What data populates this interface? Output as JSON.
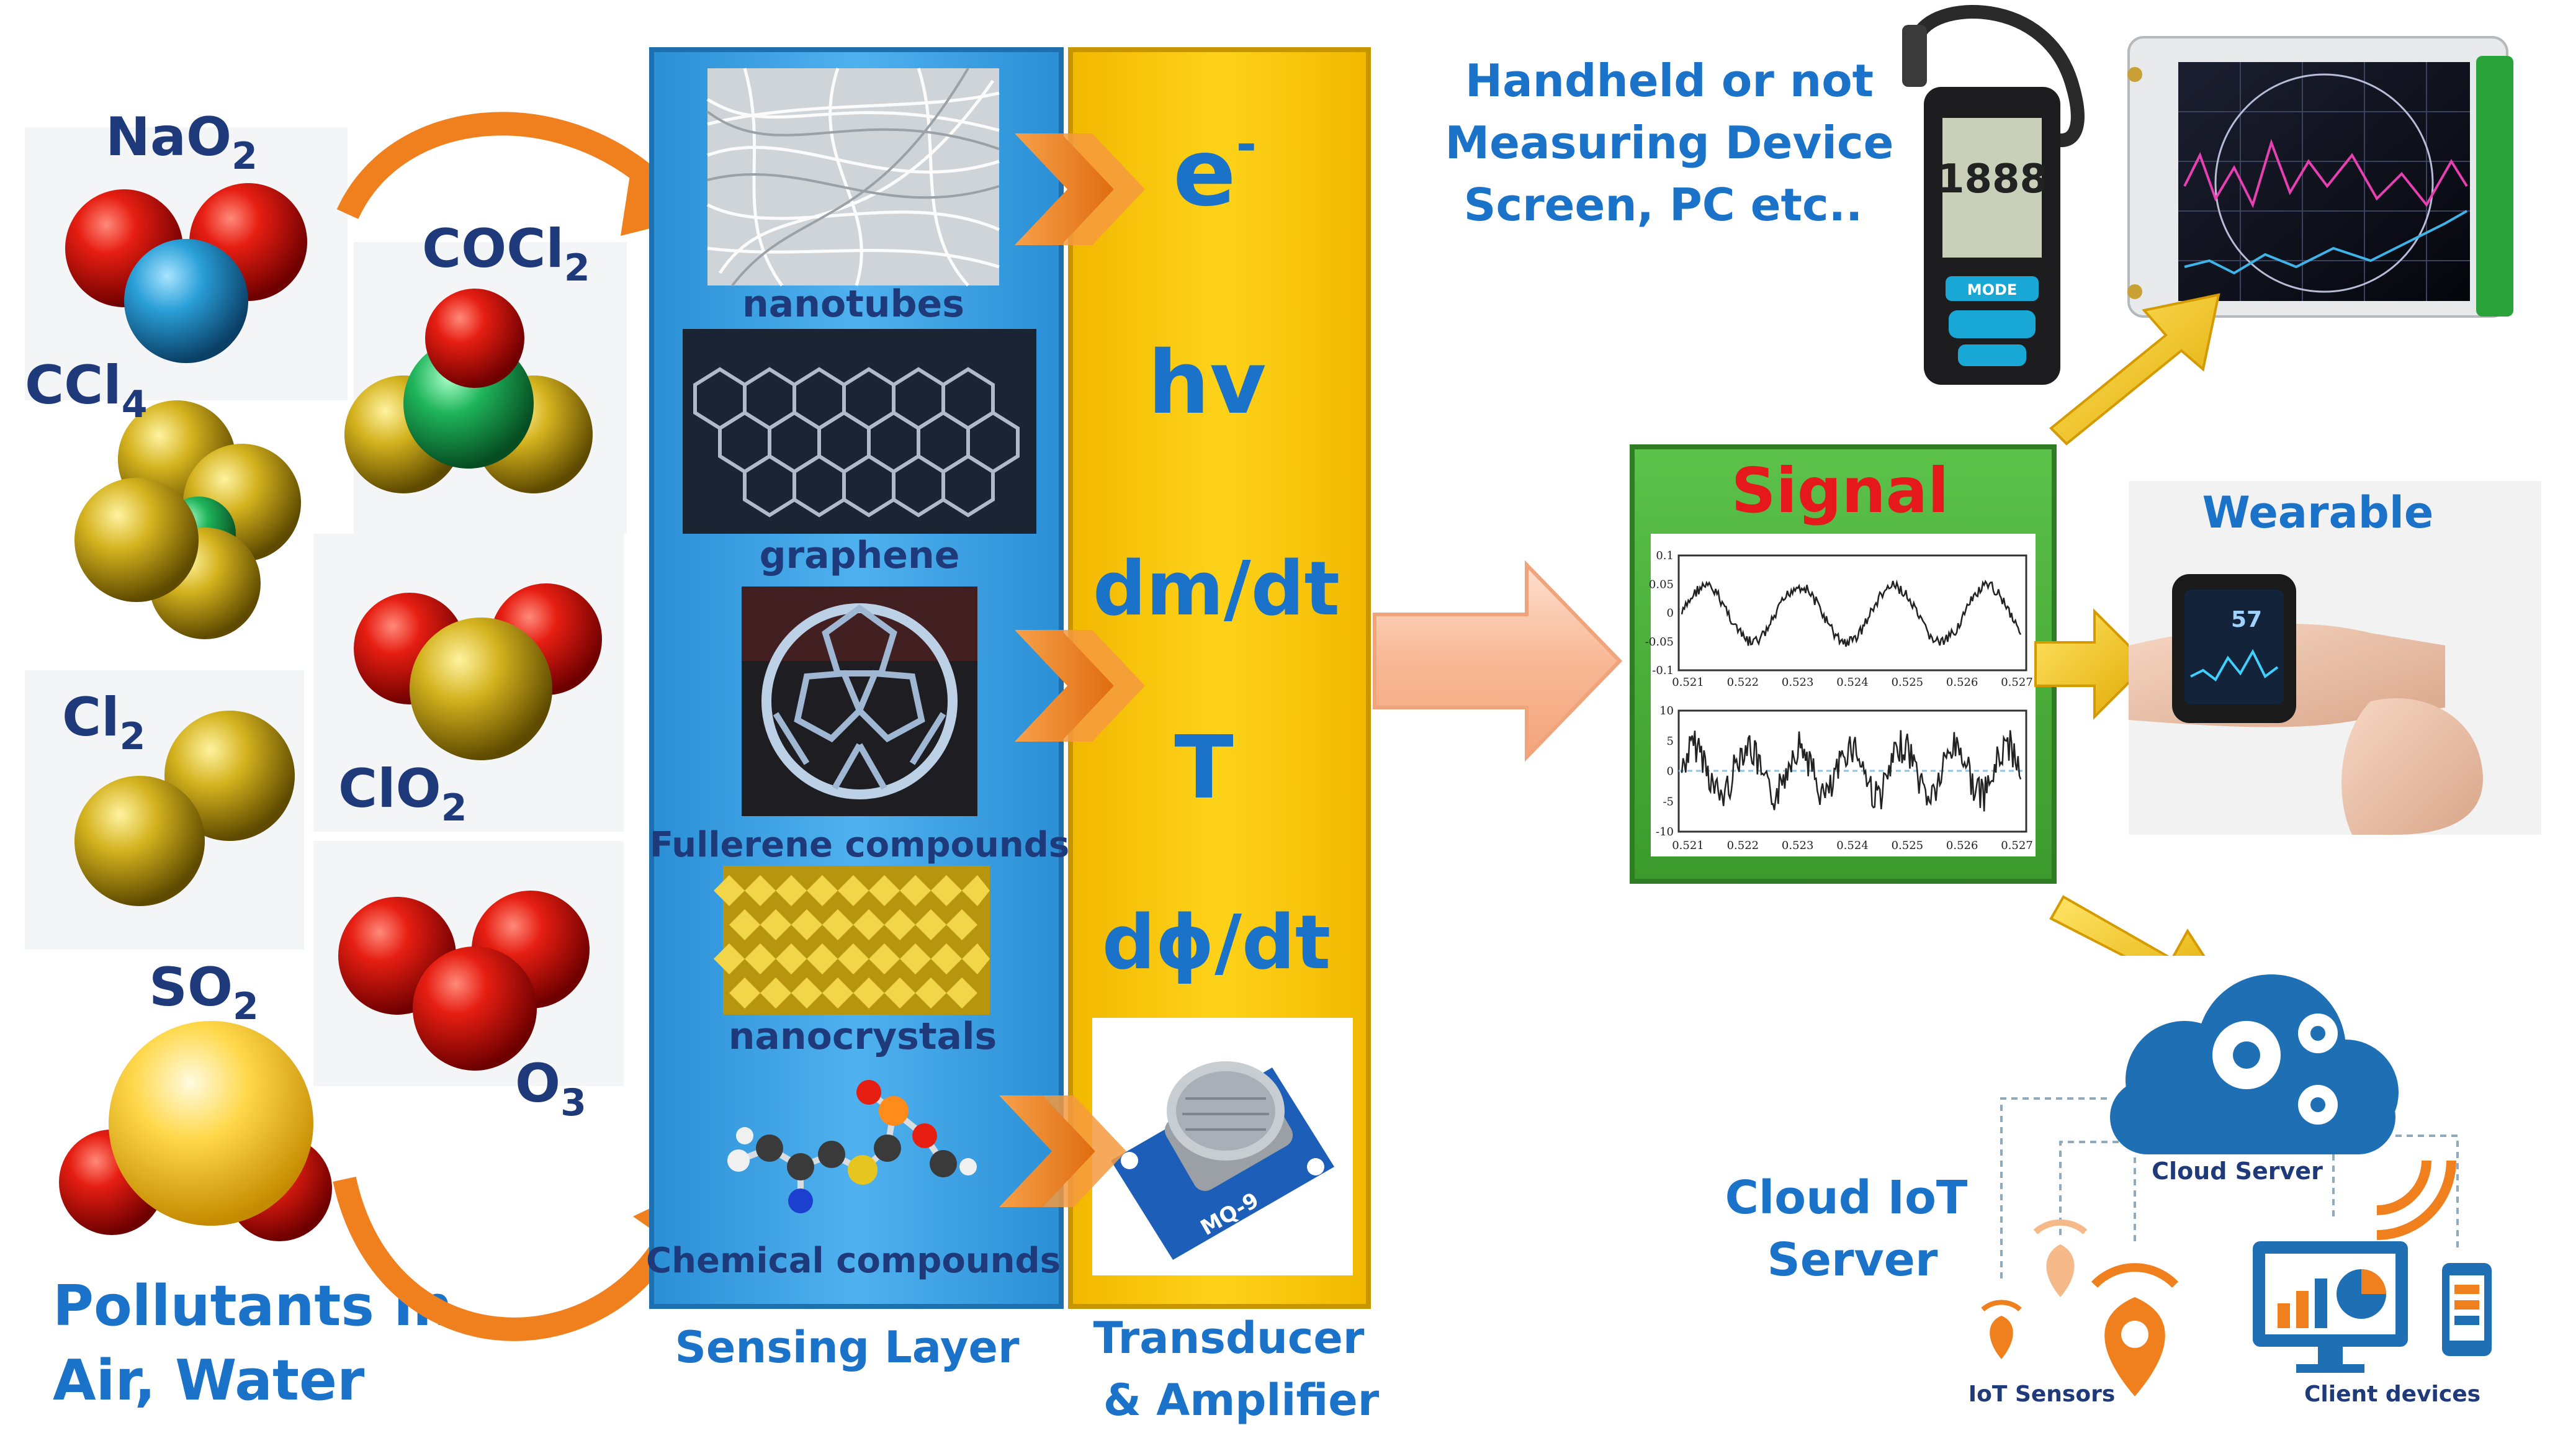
{
  "molecules": {
    "nao2": {
      "base": "NaO",
      "sub": "2"
    },
    "cocl2": {
      "base": "COCl",
      "sub": "2"
    },
    "ccl4": {
      "base": "CCl",
      "sub": "4"
    },
    "clo2": {
      "base": "ClO",
      "sub": "2"
    },
    "cl2": {
      "base": "Cl",
      "sub": "2"
    },
    "so2": {
      "base": "SO",
      "sub": "2"
    },
    "o3": {
      "base": "O",
      "sub": "3"
    }
  },
  "pollutants": {
    "line1": "Pollutants in",
    "line2": "Air, Water"
  },
  "sensing_layer": {
    "title": "Sensing Layer",
    "items": [
      "nanotubes",
      "graphene",
      "Fullerene compounds",
      "nanocrystals",
      "Chemical compounds"
    ]
  },
  "transducer": {
    "title_line1": "Transducer",
    "title_line2": "& Amplifier",
    "quantities": [
      "e",
      "hv",
      "dm/dt",
      "T",
      "dϕ/dt"
    ],
    "electron_charge": "-"
  },
  "signal": {
    "title": "Signal",
    "top_y_ticks": [
      "0.1",
      "0.05",
      "0",
      "-0.05",
      "-0.1"
    ],
    "bottom_y_ticks": [
      "10",
      "5",
      "0",
      "-5",
      "-10"
    ],
    "x_ticks": [
      "0.521",
      "0.522",
      "0.523",
      "0.524",
      "0.525",
      "0.526",
      "0.527"
    ]
  },
  "outputs": {
    "handheld": [
      "Handheld or not",
      "Measuring Device",
      "Screen, PC etc.."
    ],
    "meter_digits": "1888",
    "meter_mode": "MODE",
    "wearable": "Wearable",
    "watch_digits": "57",
    "cloud_line1": "Cloud IoT",
    "cloud_line2": "Server",
    "cloud_server": "Cloud Server",
    "iot_sensors": "IoT Sensors",
    "client_devices": "Client devices",
    "sensor_chip": "MQ-9"
  },
  "colors": {
    "sensing_blue": "#3ba3e6",
    "transducer_yellow": "#f6c400",
    "signal_green": "#4caf3a",
    "label_blue": "#1a73c9",
    "label_dark": "#1f3a7a",
    "signal_red": "#e5191b",
    "arrow_orange": "#f07f1d",
    "arrow_yellow": "#f5c400"
  }
}
